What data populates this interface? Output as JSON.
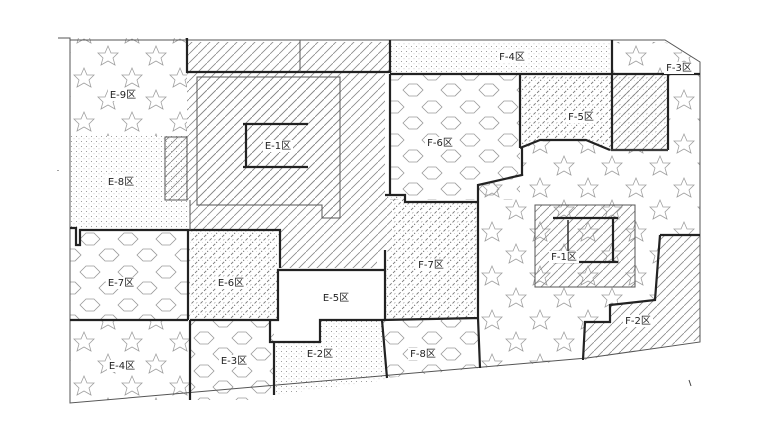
{
  "zones": [
    {
      "id": "E-9",
      "label": "E-9区"
    },
    {
      "id": "E-1",
      "label": "E-1区"
    },
    {
      "id": "E-8",
      "label": "E-8区"
    },
    {
      "id": "E-7",
      "label": "E-7区"
    },
    {
      "id": "E-6",
      "label": "E-6区"
    },
    {
      "id": "E-5",
      "label": "E-5区"
    },
    {
      "id": "E-4",
      "label": "E-4区"
    },
    {
      "id": "E-3",
      "label": "E-3区"
    },
    {
      "id": "E-2",
      "label": "E-2区"
    },
    {
      "id": "F-4",
      "label": "F-4区"
    },
    {
      "id": "F-3",
      "label": "F-3区"
    },
    {
      "id": "F-5",
      "label": "F-5区"
    },
    {
      "id": "F-6",
      "label": "F-6区"
    },
    {
      "id": "F-7",
      "label": "F-7区"
    },
    {
      "id": "F-1",
      "label": "F-1区"
    },
    {
      "id": "F-2",
      "label": "F-2区"
    },
    {
      "id": "F-8",
      "label": "F-8区"
    }
  ],
  "patterns": {
    "diagonal": "hatch",
    "dashed": "dashed-hatch",
    "dots": "dot-stipple",
    "hexagons": "hexagon-tile",
    "stars": "star-tile"
  },
  "colors": {
    "line": "#222222",
    "pattern": "#8a8a8a",
    "background": "#ffffff"
  }
}
